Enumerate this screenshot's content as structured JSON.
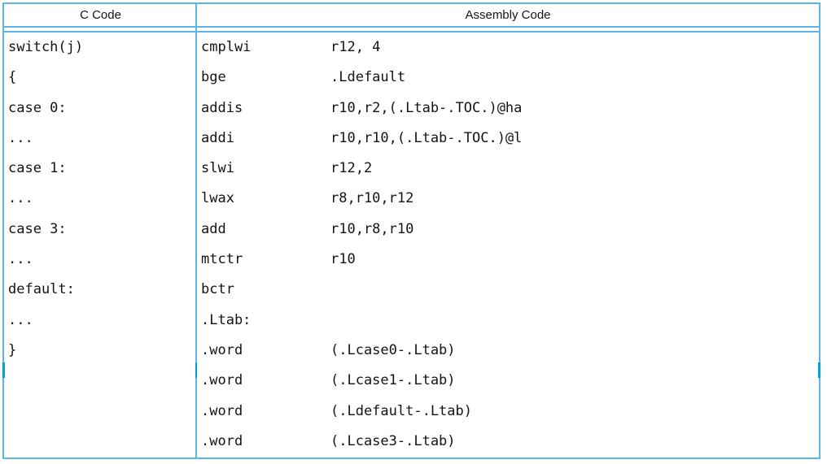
{
  "table": {
    "headers": {
      "c": "C Code",
      "asm": "Assembly Code"
    },
    "c_lines": [
      "switch(j)",
      "{",
      "case 0:",
      "...",
      "case 1:",
      "...",
      "case 3:",
      "...",
      "default:",
      "...",
      "}"
    ],
    "asm_lines": [
      {
        "mnemonic": "cmplwi",
        "operands": "r12, 4"
      },
      {
        "mnemonic": "bge",
        "operands": ".Ldefault"
      },
      {
        "mnemonic": "addis",
        "operands": "r10,r2,(.Ltab-.TOC.)@ha"
      },
      {
        "mnemonic": "addi",
        "operands": "r10,r10,(.Ltab-.TOC.)@l"
      },
      {
        "mnemonic": "slwi",
        "operands": "r12,2"
      },
      {
        "mnemonic": "lwax",
        "operands": "r8,r10,r12"
      },
      {
        "mnemonic": "add",
        "operands": "r10,r8,r10"
      },
      {
        "mnemonic": "mtctr",
        "operands": "r10"
      },
      {
        "mnemonic": "bctr",
        "operands": ""
      },
      {
        "mnemonic": ".Ltab:",
        "operands": ""
      },
      {
        "mnemonic": ".word",
        "operands": "(.Lcase0-.Ltab)"
      },
      {
        "mnemonic": ".word",
        "operands": "(.Lcase1-.Ltab)"
      },
      {
        "mnemonic": ".word",
        "operands": "(.Ldefault-.Ltab)"
      },
      {
        "mnemonic": ".word",
        "operands": "(.Lcase3-.Ltab)"
      }
    ],
    "colors": {
      "border": "#5fb4e9",
      "row_mark": "#00a0e0",
      "text": "#141414",
      "background": "#ffffff"
    }
  }
}
